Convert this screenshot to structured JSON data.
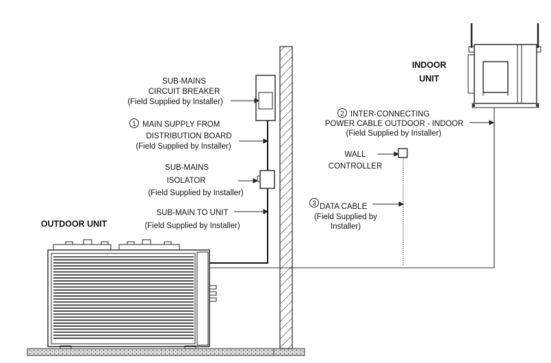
{
  "labels": {
    "indoor_unit_line1": "INDOOR",
    "indoor_unit_line2": "UNIT",
    "outdoor_unit": "OUTDOOR UNIT",
    "breaker_line1": "SUB-MAINS",
    "breaker_line2": "CIRCUIT BREAKER",
    "breaker_line3": "(Field Supplied by Installer)",
    "main_supply_num": "1",
    "main_supply_line1": "MAIN SUPPLY FROM",
    "main_supply_line2": "DISTRIBUTION BOARD",
    "main_supply_line3": "(Field Supplied by Installer)",
    "isolator_line1": "SUB-MAINS",
    "isolator_line2": "ISOLATOR",
    "isolator_line3": "(Field Supplied by Installer)",
    "submain_line1": "SUB-MAIN TO UNIT",
    "submain_line2": "(Field Supplied by Installer)",
    "interconnect_num": "2",
    "interconnect_line1": "INTER-CONNECTING",
    "interconnect_line2": "POWER CABLE OUTDOOR - INDOOR",
    "interconnect_line3": "(Field Supplied by Installer)",
    "controller_line1": "WALL",
    "controller_line2": "CONTROLLER",
    "data_cable_num": "3",
    "data_cable_line1": "DATA CABLE",
    "data_cable_line2": "(Field Supplied by",
    "data_cable_line3": "Installer)"
  }
}
